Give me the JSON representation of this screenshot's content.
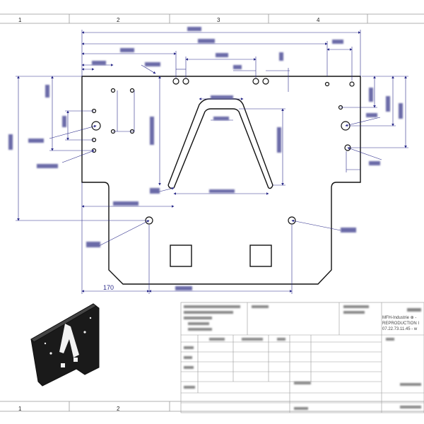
{
  "drawing": {
    "zones_top": [
      "1",
      "2",
      "3",
      "4"
    ],
    "zones_bottom": [
      "1",
      "2"
    ],
    "dimension_bottom_left": "170",
    "title_block": {
      "company_line": "MFH-Industrie ⊕ -",
      "reproduction_line": "REPRODUCTION I",
      "date_line": "07.22.73.11.45 - w"
    }
  },
  "colors": {
    "outline": "#111111",
    "dimension": "#2b2b8a",
    "frame": "#999999"
  }
}
